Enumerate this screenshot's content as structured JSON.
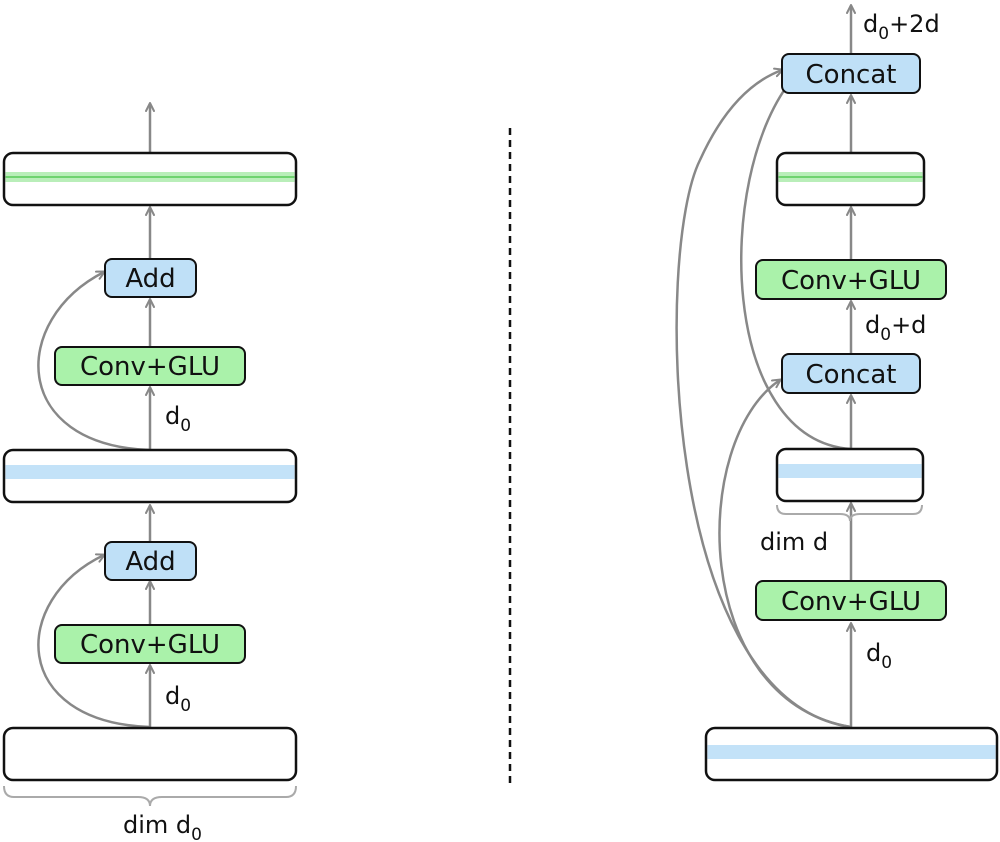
{
  "colors": {
    "arrow": "#888888",
    "op_fill": "#bfe0f7",
    "conv_fill": "#aaf2aa",
    "green_band": "#7fe07f",
    "blue_band": "#a9d6f5",
    "outline": "#111111",
    "divider": "#111111"
  },
  "left": {
    "ops": {
      "add_top": "Add",
      "conv_top": "Conv+GLU",
      "add_bottom": "Add",
      "conv_bottom": "Conv+GLU"
    },
    "d0_upper": {
      "main": "d",
      "sub": "0"
    },
    "d0_lower": {
      "main": "d",
      "sub": "0"
    },
    "dim": {
      "main": "dim d",
      "sub": "0"
    }
  },
  "right": {
    "ops": {
      "concat_top": "Concat",
      "conv_top": "Conv+GLU",
      "concat_mid": "Concat",
      "conv_bottom": "Conv+GLU"
    },
    "out": {
      "main": "d",
      "sub": "0",
      "rest": "+2d"
    },
    "mid": {
      "main": "d",
      "sub": "0",
      "rest": "+d"
    },
    "dim": "dim d",
    "d0": {
      "main": "d",
      "sub": "0"
    }
  }
}
